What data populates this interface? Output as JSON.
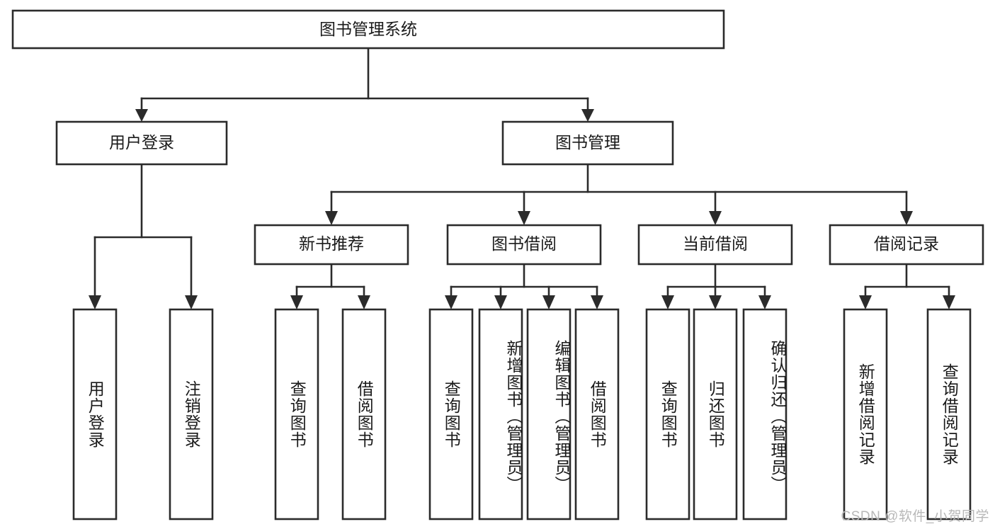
{
  "diagram": {
    "type": "hierarchy-tree",
    "title": "图书管理系统",
    "orientation": "top-down",
    "colors": {
      "stroke": "#2b2b2b",
      "fill": "#ffffff",
      "text": "#1a1a1a",
      "watermark": "#b8b8b8"
    },
    "root": {
      "label": "图书管理系统"
    },
    "level2": [
      {
        "label": "用户登录"
      },
      {
        "label": "图书管理"
      }
    ],
    "level3": [
      {
        "label": "新书推荐"
      },
      {
        "label": "图书借阅"
      },
      {
        "label": "当前借阅"
      },
      {
        "label": "借阅记录"
      }
    ],
    "leaves": {
      "user_login": [
        {
          "label": "用户登录"
        },
        {
          "label": "注销登录"
        }
      ],
      "new_book_recommend": [
        {
          "label": "查询图书"
        },
        {
          "label": "借阅图书"
        }
      ],
      "book_borrow": [
        {
          "label": "查询图书"
        },
        {
          "label": "新增图书（管理员）"
        },
        {
          "label": "编辑图书（管理员）"
        },
        {
          "label": "借阅图书"
        }
      ],
      "current_borrow": [
        {
          "label": "查询图书"
        },
        {
          "label": "归还图书"
        },
        {
          "label": "确认归还（管理员）"
        }
      ],
      "borrow_record": [
        {
          "label": "新增借阅记录"
        },
        {
          "label": "查询借阅记录"
        }
      ]
    }
  },
  "watermark": {
    "text": "CSDN @软件_小贺同学"
  }
}
